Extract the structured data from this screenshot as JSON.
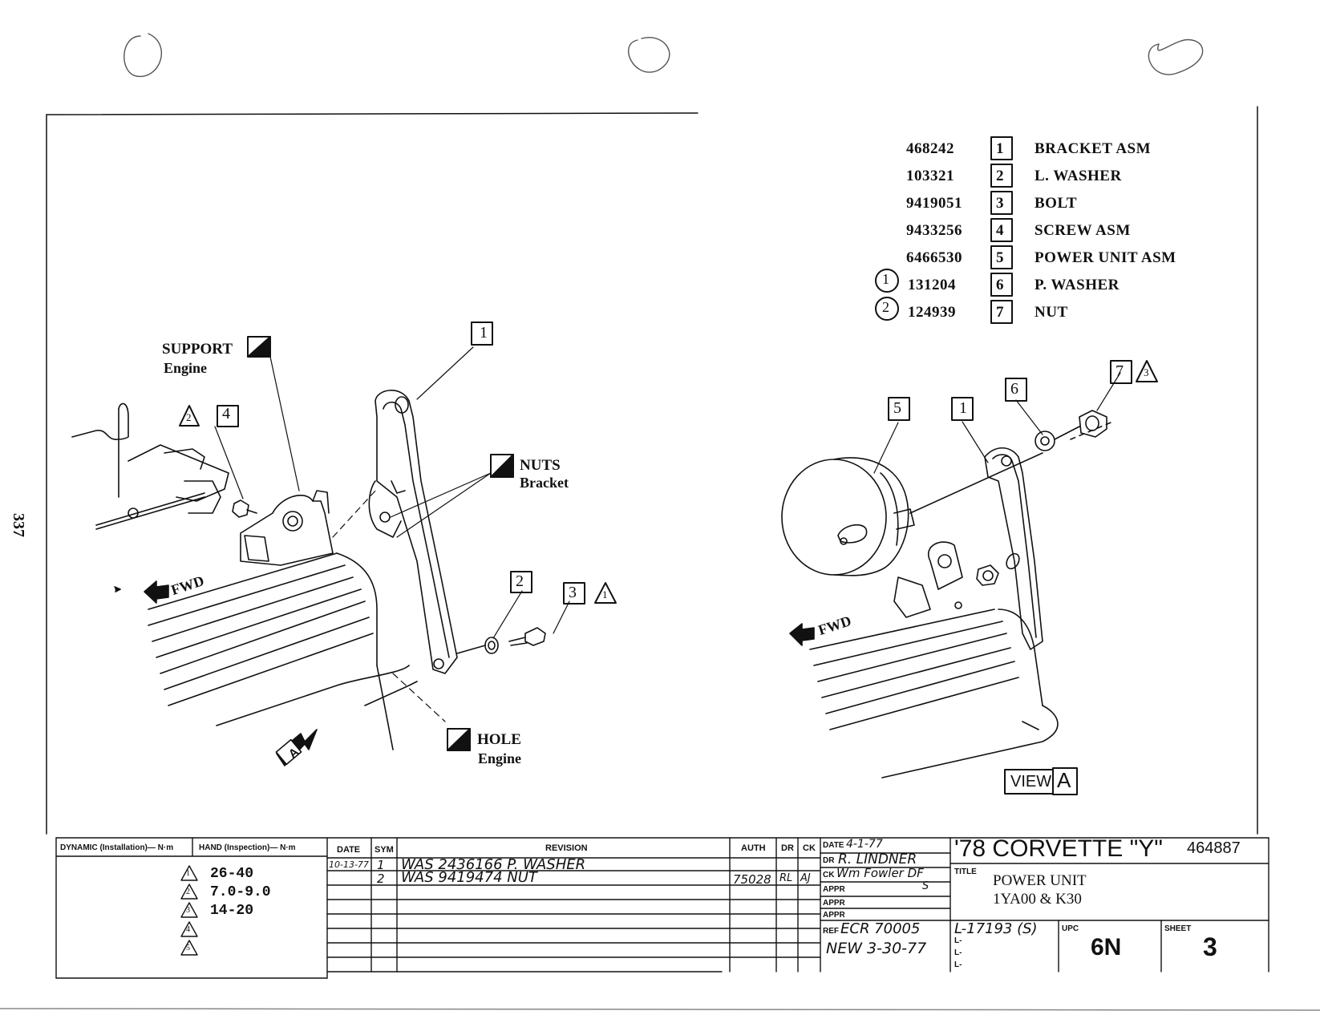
{
  "page_number": "337",
  "parts_list": [
    {
      "part_no": "468242",
      "item": "1",
      "name": "BRACKET ASM",
      "note": ""
    },
    {
      "part_no": "103321",
      "item": "2",
      "name": "L. WASHER",
      "note": ""
    },
    {
      "part_no": "9419051",
      "item": "3",
      "name": "BOLT",
      "note": ""
    },
    {
      "part_no": "9433256",
      "item": "4",
      "name": "SCREW ASM",
      "note": ""
    },
    {
      "part_no": "6466530",
      "item": "5",
      "name": "POWER UNIT ASM",
      "note": ""
    },
    {
      "part_no": "131204",
      "item": "6",
      "name": "P. WASHER",
      "note": "1"
    },
    {
      "part_no": "124939",
      "item": "7",
      "name": "NUT",
      "note": "2"
    }
  ],
  "callouts": {
    "support_title": "SUPPORT",
    "support_sub": "Engine",
    "nuts_title": "NUTS",
    "nuts_sub": "Bracket",
    "hole_title": "HOLE",
    "hole_sub": "Engine",
    "fwd": "FWD",
    "view_word": "VIEW",
    "view_letter": "A",
    "arrow_letter": "A",
    "item_1": "1",
    "item_2": "2",
    "item_3": "3",
    "item_4": "4",
    "item_5": "5",
    "item_6": "6",
    "item_7": "7",
    "tri_1": "1",
    "tri_2": "2",
    "tri_3": "3"
  },
  "torque": {
    "dynamic_header": "DYNAMIC (Installation)— N·m",
    "hand_header": "HAND (Inspection)— N·m",
    "rows": [
      {
        "sym": "1",
        "value": "26-40"
      },
      {
        "sym": "2",
        "value": "7.0-9.0"
      },
      {
        "sym": "3",
        "value": "14-20"
      },
      {
        "sym": "4",
        "value": ""
      },
      {
        "sym": "5",
        "value": ""
      }
    ]
  },
  "revisions": {
    "headers": {
      "date": "DATE",
      "sym": "SYM",
      "revision": "REVISION",
      "auth": "AUTH",
      "dr": "DR",
      "ck": "CK"
    },
    "rows": [
      {
        "date": "10-13-77",
        "sym": "1",
        "text": "WAS 2436166 P. WASHER",
        "auth": "",
        "dr": "",
        "ck": ""
      },
      {
        "date": "",
        "sym": "2",
        "text": "WAS 9419474 NUT",
        "auth": "75028",
        "dr": "RL",
        "ck": "AJ"
      }
    ]
  },
  "title_block": {
    "date_label": "DATE",
    "date_value": "4-1-77",
    "dr_label": "DR",
    "dr_value": "R. LINDNER",
    "ck_label": "CK",
    "ck_value": "Wm Fowler DF",
    "appr_label": "APPR",
    "appr_value": "S",
    "ref_label": "REF",
    "ref_value": "ECR 70005",
    "new_note": "NEW 3-30-77",
    "l_value": "L-17193 (S)",
    "l_label": "L-",
    "model": "'78 CORVETTE \"Y\"",
    "drawing_no": "464887",
    "title_label": "TITLE",
    "title_line1": "POWER UNIT",
    "title_line2": "1YA00 & K30",
    "upc_label": "UPC",
    "upc_value": "6N",
    "sheet_label": "SHEET",
    "sheet_value": "3"
  }
}
